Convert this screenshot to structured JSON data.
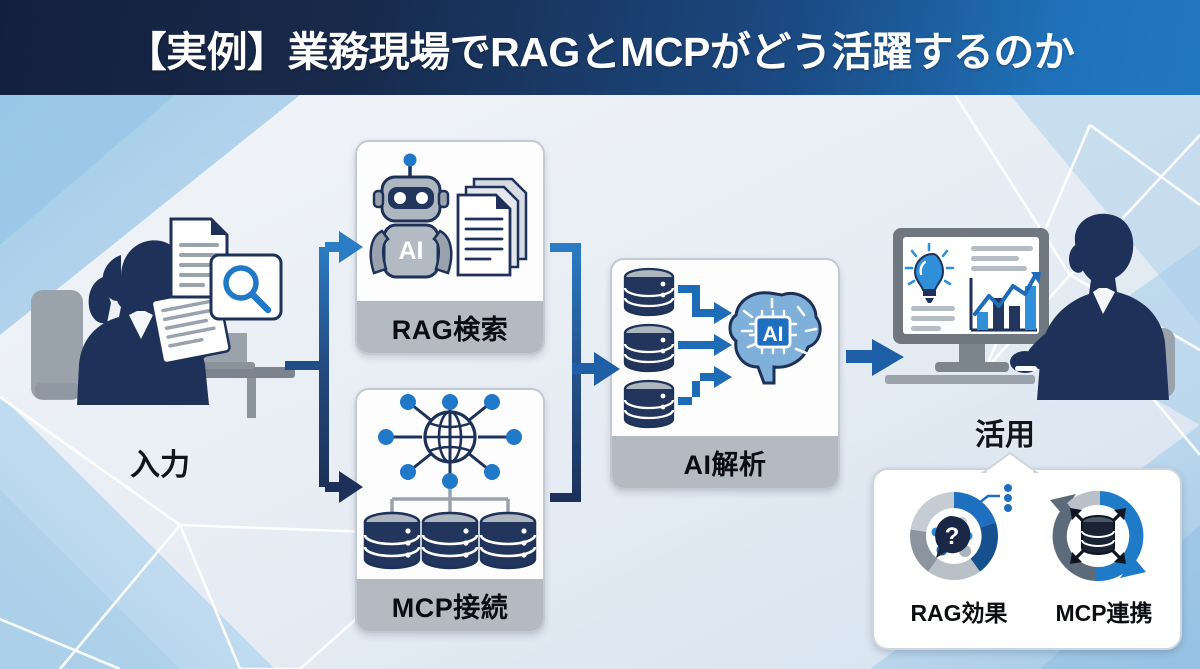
{
  "header": {
    "title": "【実例】業務現場でRAGとMCPがどう活躍するのか"
  },
  "diagram": {
    "input": {
      "caption": "入力",
      "icons": [
        "person-reading-document-icon",
        "document-icon",
        "document-search-icon",
        "laptop-icon",
        "office-chair-icon"
      ]
    },
    "cards": [
      {
        "id": "rag-search",
        "label": "RAG検索",
        "icons": [
          "robot-icon",
          "document-stack-icon"
        ],
        "badge": "AI"
      },
      {
        "id": "mcp-connect",
        "label": "MCP接続",
        "icons": [
          "globe-network-icon",
          "database-icon",
          "database-icon",
          "database-icon"
        ]
      },
      {
        "id": "ai-analysis",
        "label": "AI解析",
        "icons": [
          "database-icon",
          "database-icon",
          "database-icon",
          "brain-icon"
        ],
        "badge": "AI"
      }
    ],
    "output": {
      "caption": "活用",
      "icons": [
        "monitor-icon",
        "lightbulb-icon",
        "bar-chart-icon",
        "trend-arrow-icon",
        "person-at-desk-icon"
      ]
    },
    "results_panel": {
      "items": [
        {
          "id": "rag-effect",
          "label": "RAG効果",
          "icon": "donut-chart-question-icon"
        },
        {
          "id": "mcp-link",
          "label": "MCP連携",
          "icon": "cycle-database-icon"
        }
      ]
    },
    "connectors": [
      {
        "id": "input-to-branch",
        "from": "input",
        "to": "rag-search",
        "icon": "arrow-right-icon"
      },
      {
        "id": "branch-to-mcp",
        "from": "input",
        "to": "mcp-connect",
        "icon": "arrow-right-icon"
      },
      {
        "id": "merge-to-ai",
        "from": "rag-search+mcp-connect",
        "to": "ai-analysis",
        "icon": "arrow-right-icon"
      },
      {
        "id": "ai-to-output",
        "from": "ai-analysis",
        "to": "output",
        "icon": "arrow-right-icon"
      }
    ]
  },
  "colors": {
    "header_dark": "#13203d",
    "header_light": "#2278bf",
    "navy": "#1d3159",
    "accent_blue": "#1f78c8",
    "arrow_blue": "#1e5fa8",
    "card_footer_gray": "#b4bac2",
    "background_light": "#eef2f7",
    "background_blue": "#b4d2ea"
  }
}
